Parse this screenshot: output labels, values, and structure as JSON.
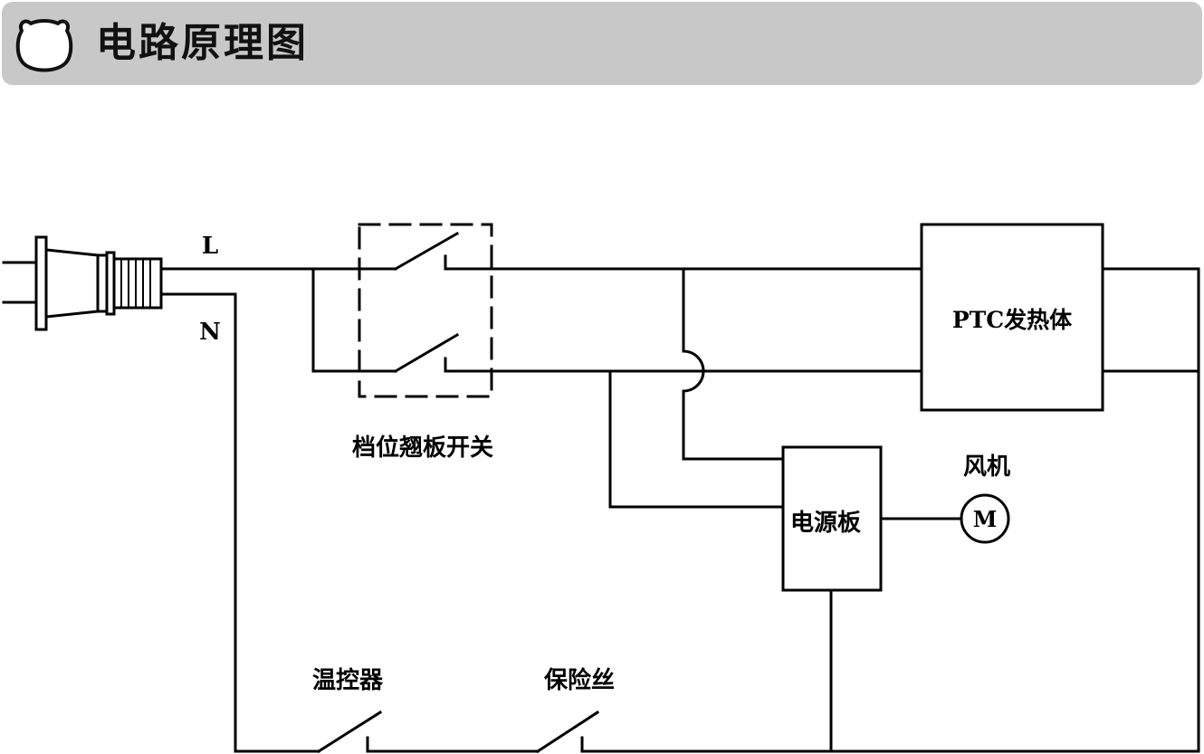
{
  "header": {
    "title": "电路原理图"
  },
  "diagram": {
    "line_label": "L",
    "neutral_label": "N",
    "rocker_switch_label": "档位翘板开关",
    "heater_label": "PTC发热体",
    "power_board_label": "电源板",
    "fan_label": "风机",
    "motor_symbol": "M",
    "thermostat_label": "温控器",
    "fuse_label": "保险丝"
  }
}
